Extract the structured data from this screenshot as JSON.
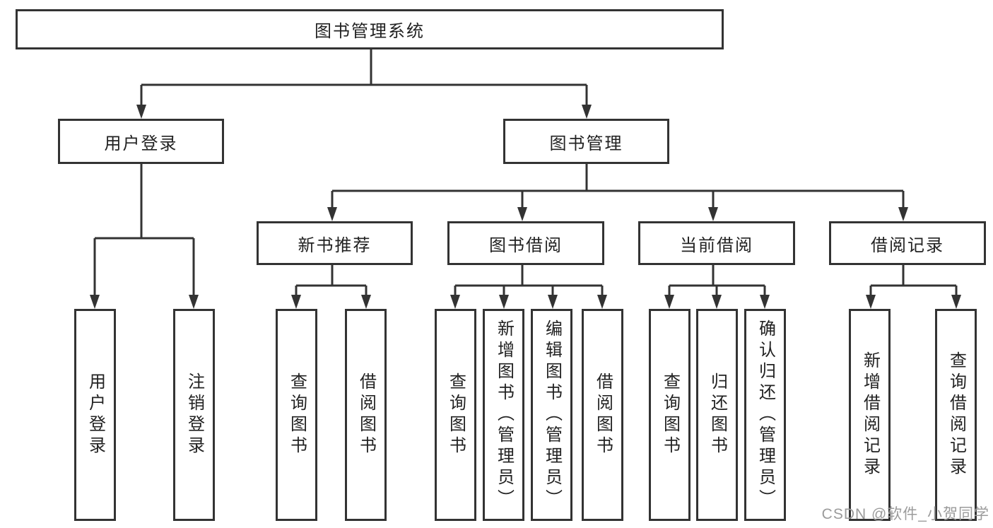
{
  "watermark": {
    "text": "CSDN @软件_小贺同学"
  },
  "colors": {
    "line": "#333333",
    "box_border": "#333333",
    "box_background": "#ffffff",
    "text": "#222222",
    "watermark": "#9b9b9b",
    "background": "#ffffff"
  },
  "tree": {
    "root": {
      "label": "图书管理系统"
    },
    "level2": [
      {
        "label": "用户登录",
        "children": [
          {
            "label": "用户登录"
          },
          {
            "label": "注销登录"
          }
        ]
      },
      {
        "label": "图书管理",
        "children": [
          {
            "label": "新书推荐",
            "children": [
              {
                "label": "查询图书"
              },
              {
                "label": "借阅图书"
              }
            ]
          },
          {
            "label": "图书借阅",
            "children": [
              {
                "label": "查询图书"
              },
              {
                "label": "新增图书（管理员）"
              },
              {
                "label": "编辑图书（管理员）"
              },
              {
                "label": "借阅图书"
              }
            ]
          },
          {
            "label": "当前借阅",
            "children": [
              {
                "label": "查询图书"
              },
              {
                "label": "归还图书"
              },
              {
                "label": "确认归还（管理员）"
              }
            ]
          },
          {
            "label": "借阅记录",
            "children": [
              {
                "label": "新增借阅记录"
              },
              {
                "label": "查询借阅记录"
              }
            ]
          }
        ]
      }
    ]
  }
}
